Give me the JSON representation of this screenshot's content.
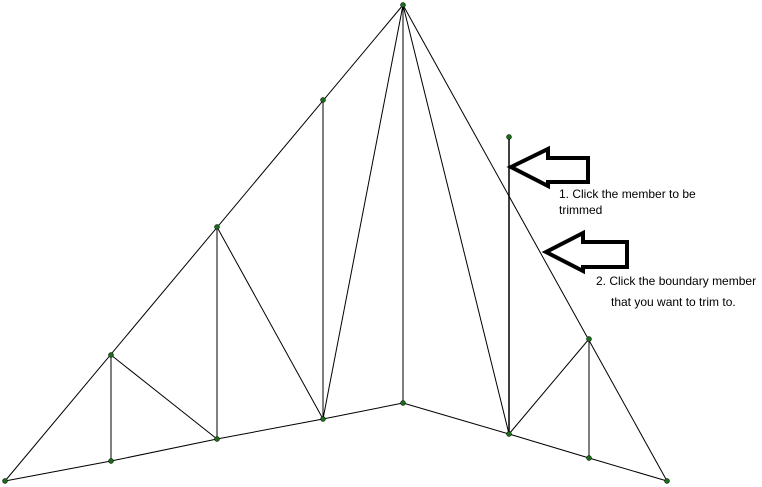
{
  "colors": {
    "member": "#000000",
    "node": "#1a6b1a",
    "arrow": "#000000",
    "background": "#ffffff"
  },
  "instructions": {
    "step1_line1": "1. Click the member to be",
    "step1_line2": "trimmed",
    "step2_line1": "2. Click the boundary member",
    "step2_line2": "that you want to trim to."
  }
}
